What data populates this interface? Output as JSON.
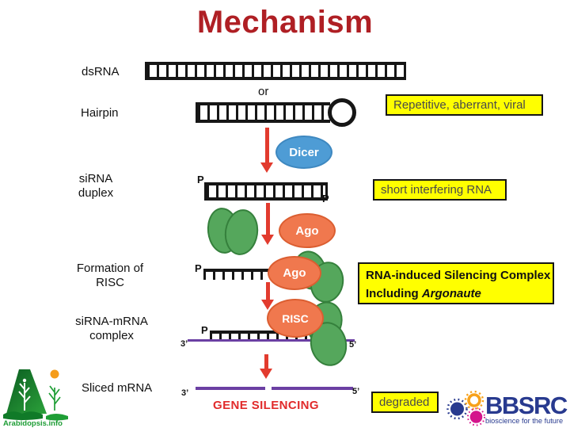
{
  "title": "Mechanism",
  "or_label": "or",
  "left_labels": {
    "dsrna": "dsRNA",
    "hairpin": "Hairpin",
    "sirna_duplex_line1": "siRNA",
    "sirna_duplex_line2": "duplex",
    "formation_line1": "Formation of",
    "formation_line2": "RISC",
    "complex_line1": "siRNA-mRNA",
    "complex_line2": "complex",
    "sliced_mrna": "Sliced mRNA"
  },
  "molecules": {
    "dicer": "Dicer",
    "ago": "Ago",
    "risc": "RISC"
  },
  "strand_labels": {
    "phosphate": "P",
    "three_prime": "3’",
    "five_prime": "5’"
  },
  "callouts": {
    "repetitive": "Repetitive, aberrant, viral",
    "short_interfering": "short interfering RNA",
    "risc_line1": "RNA-induced Silencing Complex",
    "risc_line2_prefix": "Including ",
    "risc_line2_italic": "Argonaute",
    "degraded": "degraded"
  },
  "footer": {
    "gene_silencing": "GENE SILENCING",
    "arabidopsis_logo_text": "Arabidopsis.info",
    "bbsrc_logo_text": "BBSRC",
    "bbsrc_tagline": "bioscience for the future"
  },
  "colors": {
    "title_red": "#AF1F24",
    "arrow_red": "#E23B2E",
    "gene_silencing_red": "#E12B2B",
    "dicer_blue": "#4E9CD5",
    "ago_orange": "#F0784E",
    "ago_orange_border": "#DB5E31",
    "green_fill": "#55A75C",
    "green_border": "#35803C",
    "strand_purple": "#6B3FA3",
    "callout_yellow": "#FFFF00",
    "callout_text_gray": "#4A4A4A",
    "bbsrc_navy": "#283A8F",
    "bbsrc_magenta": "#D4148C",
    "bbsrc_orange": "#F7A11A",
    "arabidopsis_green": "#1C9C34"
  }
}
